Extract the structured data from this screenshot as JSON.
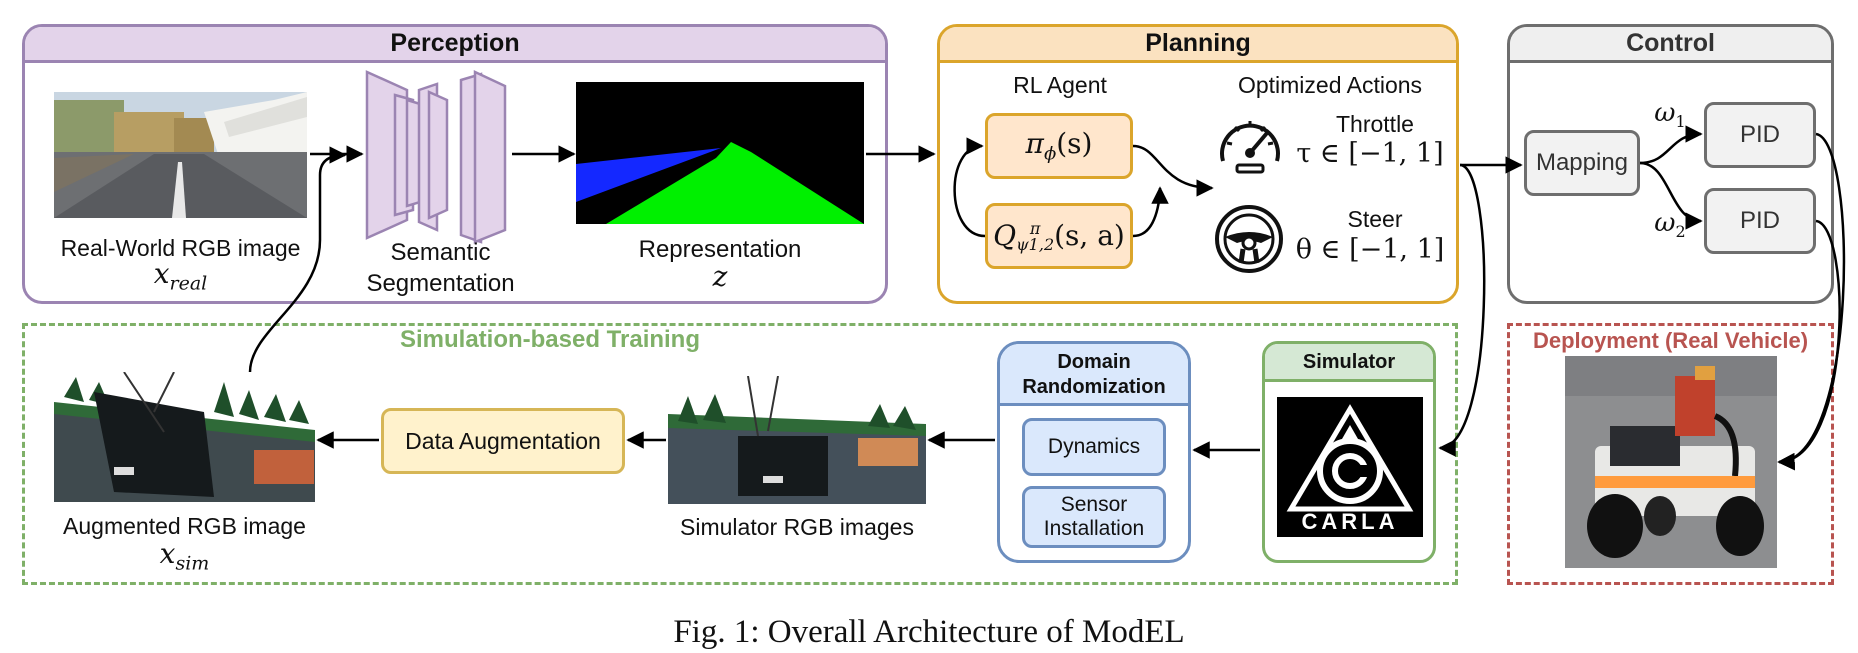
{
  "perception": {
    "title": "Perception",
    "real_image_label": "Real-World RGB image",
    "real_image_var": "x",
    "real_image_var_sub": "real",
    "segmentation_label_1": "Semantic",
    "segmentation_label_2": "Segmentation",
    "representation_label": "Representation",
    "representation_var": "z"
  },
  "planning": {
    "title": "Planning",
    "rl_agent_label": "RL Agent",
    "policy_symbol": "π",
    "policy_sub": "ϕ",
    "policy_arg": "(s)",
    "q_symbol": "Q",
    "q_sup": "π",
    "q_sub": "ψ1,2",
    "q_arg": "(s, a)",
    "optimized_actions_label": "Optimized Actions",
    "throttle_label": "Throttle",
    "throttle_range": "τ ∈ [−1, 1]",
    "steer_label": "Steer",
    "steer_range": "θ ∈ [−1, 1]"
  },
  "control": {
    "title": "Control",
    "mapping_label": "Mapping",
    "pid1_label": "PID",
    "pid2_label": "PID",
    "omega1": "ω",
    "omega1_sub": "1",
    "omega2": "ω",
    "omega2_sub": "2"
  },
  "training": {
    "title": "Simulation-based Training",
    "augmented_label": "Augmented RGB image",
    "augmented_var": "x",
    "augmented_var_sub": "sim",
    "data_aug_label": "Data Augmentation",
    "sim_images_label": "Simulator RGB images",
    "domain_rand_title_1": "Domain",
    "domain_rand_title_2": "Randomization",
    "dynamics_label": "Dynamics",
    "sensor_label_1": "Sensor",
    "sensor_label_2": "Installation",
    "simulator_title": "Simulator",
    "carla_logo_text": "CARLA"
  },
  "deployment": {
    "title": "Deployment (Real Vehicle)"
  },
  "caption": "Fig. 1: Overall Architecture of ModEL",
  "colors": {
    "perception_border": "#9b84b2",
    "perception_head": "#e3d3ea",
    "planning_border": "#dba52b",
    "planning_head": "#fbe2c0",
    "control_border": "#6e6e6e",
    "control_head": "#efefef",
    "training_border": "#7fb068",
    "training_title": "#7fb068",
    "deployment_border": "#b85450",
    "deployment_title": "#b85450",
    "domain_border": "#6c8ebf",
    "domain_fill": "#dae8fc",
    "simulator_fill": "#d5e8d4",
    "agent_fill": "#ffe6cc",
    "data_aug_fill": "#fff2cc",
    "data_aug_border": "#d6b656"
  }
}
